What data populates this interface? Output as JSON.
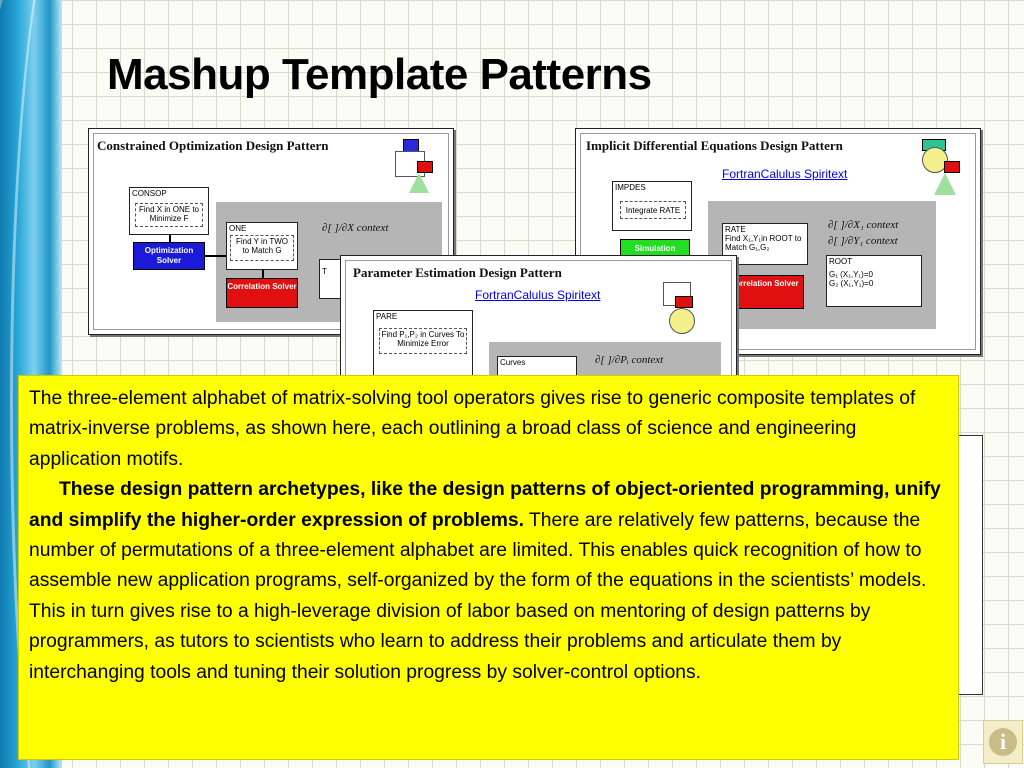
{
  "slide": {
    "title": "Mashup Template Patterns",
    "info_icon_glyph": "i"
  },
  "panels": {
    "constrained": {
      "title": "Constrained Optimization Design Pattern",
      "consop_label": "CONSOP",
      "consop_text": "Find X in ONE to Minimize F",
      "solver_label": "Optimization Solver",
      "one_label": "ONE",
      "one_text": "Find Y  in TWO to Match G",
      "correlation_label": "Correlation Solver",
      "context": "∂[ ]/∂X context",
      "two_partial": "T"
    },
    "implicit": {
      "title": "Implicit Differential Equations Design Pattern",
      "link": "FortranCalulus Spiritext",
      "impdes_label": "IMPDES",
      "impdes_text": "Integrate RATE",
      "simulation_label": "Simulation",
      "rate_label": "RATE",
      "rate_text": "Find X₁,Y₁in ROOT to Match G₁,G₂",
      "correlation_label": "Correlation Solver",
      "context_1": "∂[ ]/∂X₁ context",
      "context_2": "∂[ ]/∂Y₁ context",
      "root_label": "ROOT",
      "root_g1": "G₁ (X₁,Y₁)=0",
      "root_g2": "G₂ (X₁,Y₁)=0"
    },
    "parameter": {
      "title": "Parameter Estimation Design Pattern",
      "link": "FortranCalulus Spiritext",
      "pare_label": "PARE",
      "pare_text": "Find P₁,P₂ in Curves To Minimize Error",
      "curves_label": "Curves",
      "context": "∂[ ]/∂Pᵢ context"
    }
  },
  "body_text": {
    "para1": "The three-element alphabet of matrix-solving tool operators gives rise to generic composite templates of matrix-inverse problems, as shown here, each outlining a broad class of science and engineering application motifs.",
    "para2_bold": "These design pattern archetypes, like the design patterns of object-oriented programming, unify and simplify the higher-order expression of problems.",
    "para2_rest": " There are relatively few patterns, because the number of permutations of a three-element alphabet are limited. This enables quick recognition of how to assemble new application programs, self-organized by the form of the equations in the scientists’ models. This in turn gives rise to a high-leverage division of labor based on mentoring of design patterns by programmers, as tutors to scientists who learn to address their problems and articulate them by interchanging tools and tuning their solution progress by solver-control options."
  },
  "colors": {
    "solver_blue": "#1a1ad8",
    "correlation_red": "#e01010",
    "simulation_green": "#22dd22",
    "textbox_yellow": "#ffff00"
  }
}
